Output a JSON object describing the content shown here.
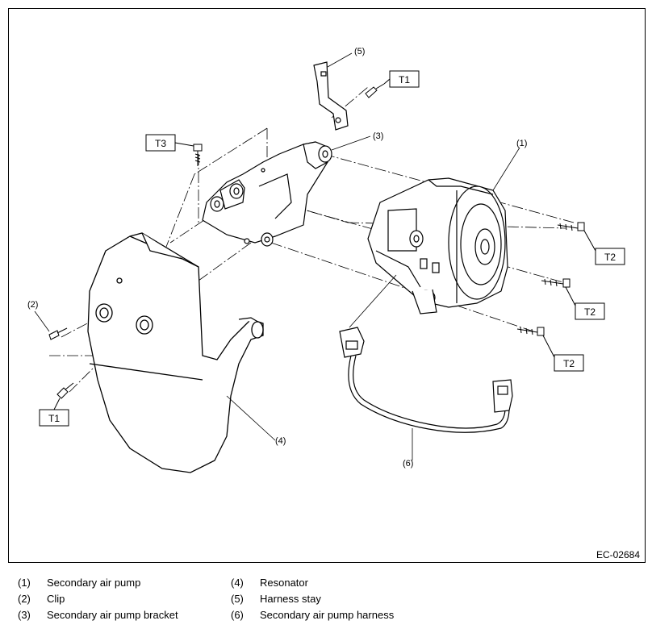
{
  "figure": {
    "code": "EC-02684",
    "callouts": {
      "c1": "(1)",
      "c2": "(2)",
      "c3": "(3)",
      "c4": "(4)",
      "c5": "(5)",
      "c6": "(6)"
    },
    "torque_labels": {
      "t1_top": "T1",
      "t1_bottom": "T1",
      "t3": "T3",
      "t2_a": "T2",
      "t2_b": "T2",
      "t2_c": "T2"
    }
  },
  "legend": [
    {
      "num": "(1)",
      "text": "Secondary air pump"
    },
    {
      "num": "(2)",
      "text": "Clip"
    },
    {
      "num": "(3)",
      "text": "Secondary air pump bracket"
    },
    {
      "num": "(4)",
      "text": "Resonator"
    },
    {
      "num": "(5)",
      "text": "Harness stay"
    },
    {
      "num": "(6)",
      "text": "Secondary air pump harness"
    }
  ]
}
